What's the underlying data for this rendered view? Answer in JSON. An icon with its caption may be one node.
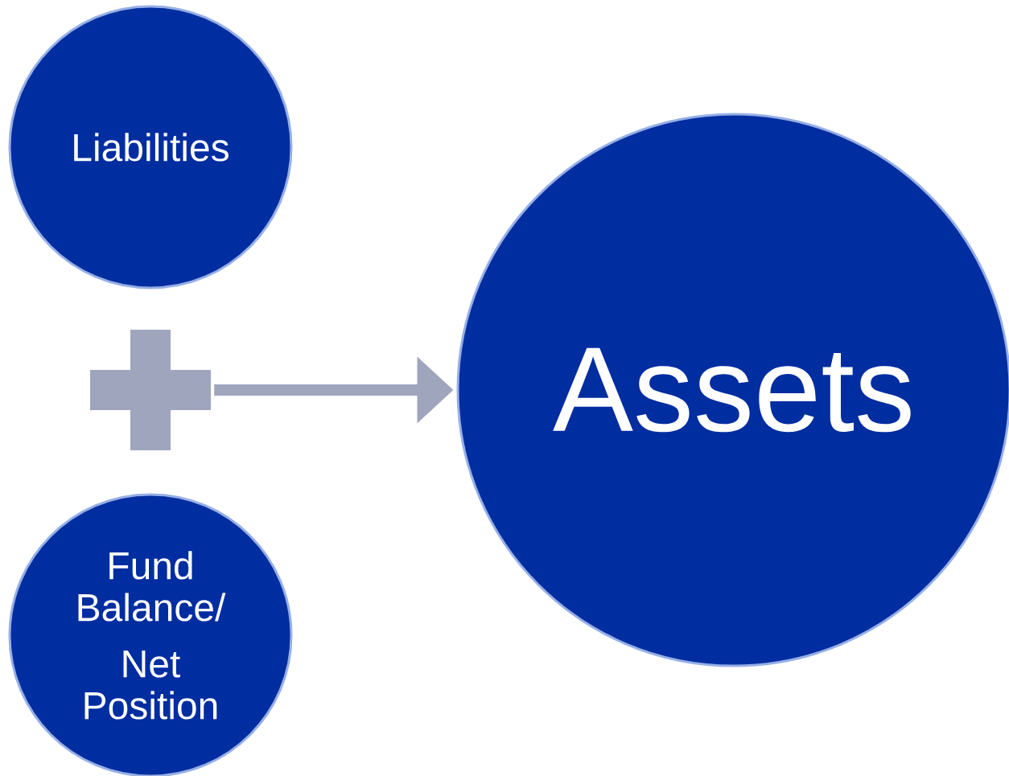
{
  "diagram": {
    "nodes": [
      {
        "text": [
          "Liabilities"
        ]
      },
      {
        "text": [],
        "shape": "plus"
      },
      {
        "text": [
          "Fund Balance/",
          "Net Position"
        ]
      },
      {
        "text": [
          "Assets"
        ]
      }
    ],
    "edges": [
      {
        "from": 1,
        "to": 3,
        "arrow": "to"
      }
    ]
  }
}
